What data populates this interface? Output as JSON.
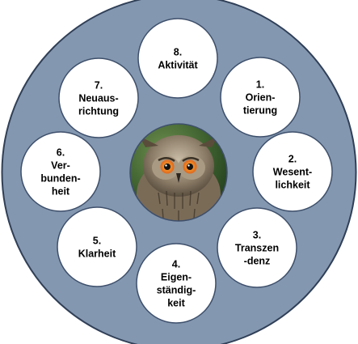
{
  "diagram": {
    "colors": {
      "outer_circle": "#8497b0",
      "outer_border": "#2f3f57",
      "node_fill": "#ffffff",
      "node_border": "#3d4f6b",
      "text": "#000000"
    },
    "center": {
      "image": "owl-photo",
      "description": "Eurasian eagle-owl portrait on a green background"
    },
    "nodes": [
      {
        "number": "1.",
        "lines": [
          "Orien-",
          "tierung"
        ]
      },
      {
        "number": "2.",
        "lines": [
          "Wesent-",
          "lichkeit"
        ]
      },
      {
        "number": "3.",
        "lines": [
          "Transzen",
          "-denz"
        ]
      },
      {
        "number": "4.",
        "lines": [
          "Eigen-",
          "ständig-",
          "keit"
        ]
      },
      {
        "number": "5.",
        "lines": [
          "Klarheit"
        ]
      },
      {
        "number": "6.",
        "lines": [
          "Ver-",
          "bunden-",
          "heit"
        ]
      },
      {
        "number": "7.",
        "lines": [
          "Neuaus-",
          "richtung"
        ]
      },
      {
        "number": "8.",
        "lines": [
          "Aktivität"
        ]
      }
    ]
  }
}
